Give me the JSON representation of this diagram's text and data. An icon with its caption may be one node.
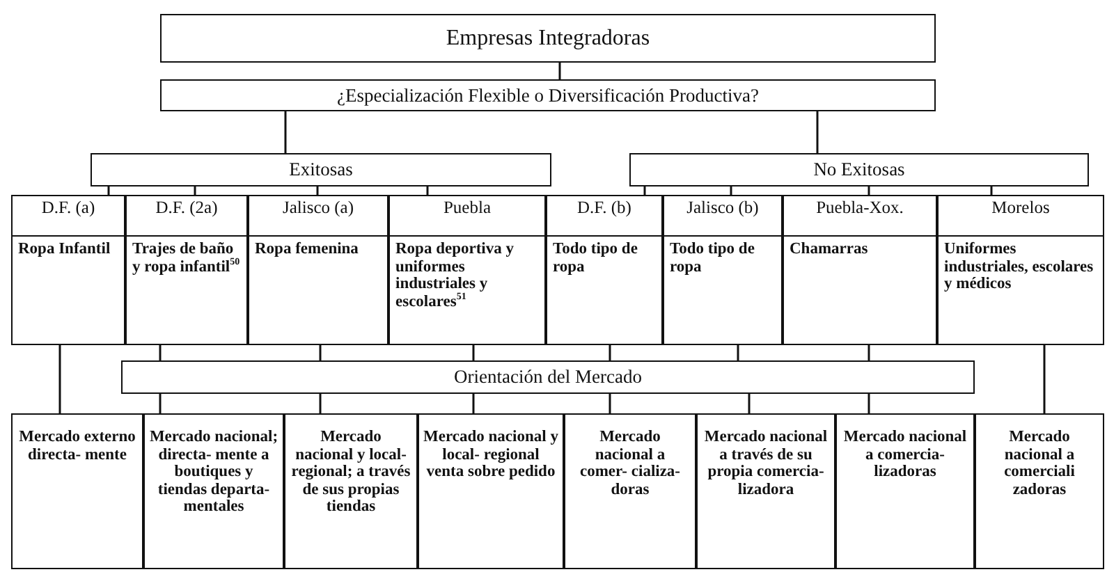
{
  "diagram": {
    "nodes": [
      {
        "text": [
          "Empresas Integradoras"
        ]
      },
      {
        "text": [
          "¿Especialización Flexible o Diversificación Productiva?"
        ]
      },
      {
        "text": [
          "Exitosas"
        ]
      },
      {
        "text": [
          "No Exitosas"
        ]
      },
      {
        "text": [
          "D.F. (a)",
          "Ropa Infantil"
        ]
      },
      {
        "text": [
          "D.F. (2a)",
          "Trajes de baño y ropa infantil$^{50}$"
        ]
      },
      {
        "text": [
          "Jalisco (a)",
          "Ropa femenina"
        ]
      },
      {
        "text": [
          "Puebla",
          "Ropa deportiva y uniformes industriales y escolares$^{51}$"
        ]
      },
      {
        "text": [
          "D.F. (b)",
          "Todo tipo de ropa"
        ]
      },
      {
        "text": [
          "Jalisco (b)",
          "Todo tipo de ropa"
        ]
      },
      {
        "text": [
          "Puebla-Xox.",
          "Chamarras"
        ]
      },
      {
        "text": [
          "Morelos",
          "Uniformes industriales, escolares y médicos"
        ]
      },
      {
        "text": [
          "Orientación del Mercado"
        ]
      },
      {
        "text": [
          "Mercado externo directa- mente"
        ]
      },
      {
        "text": [
          "Mercado nacional; directa- mente a boutiques y tiendas departa- mentales"
        ]
      },
      {
        "text": [
          "Mercado nacional y local- regional; a través de sus propias tiendas"
        ]
      },
      {
        "text": [
          "Mercado nacional y local- regional venta sobre pedido"
        ]
      },
      {
        "text": [
          "Mercado nacional a comer- cializa- doras"
        ]
      },
      {
        "text": [
          "Mercado nacional a través de su propia comercia- lizadora"
        ]
      },
      {
        "text": [
          "Mercado nacional a comercia- lizadoras"
        ]
      },
      {
        "text": [
          "Mercado nacional a comerciali zadoras"
        ]
      }
    ],
    "edges": [
      {
        "from": 0,
        "to": 1,
        "arrow": "none"
      },
      {
        "from": 1,
        "to": 2,
        "arrow": "none"
      },
      {
        "from": 1,
        "to": 3,
        "arrow": "none"
      },
      {
        "from": 2,
        "to": 4,
        "arrow": "none"
      },
      {
        "from": 2,
        "to": 5,
        "arrow": "none"
      },
      {
        "from": 2,
        "to": 6,
        "arrow": "none"
      },
      {
        "from": 2,
        "to": 7,
        "arrow": "none"
      },
      {
        "from": 3,
        "to": 8,
        "arrow": "none"
      },
      {
        "from": 3,
        "to": 9,
        "arrow": "none"
      },
      {
        "from": 3,
        "to": 10,
        "arrow": "none"
      },
      {
        "from": 3,
        "to": 11,
        "arrow": "none"
      },
      {
        "from": 4,
        "to": 13,
        "arrow": "none"
      },
      {
        "from": 5,
        "to": 12,
        "arrow": "none"
      },
      {
        "from": 6,
        "to": 12,
        "arrow": "none"
      },
      {
        "from": 7,
        "to": 12,
        "arrow": "none"
      },
      {
        "from": 8,
        "to": 12,
        "arrow": "none"
      },
      {
        "from": 9,
        "to": 12,
        "arrow": "none"
      },
      {
        "from": 10,
        "to": 12,
        "arrow": "none"
      },
      {
        "from": 11,
        "to": 20,
        "arrow": "none"
      },
      {
        "from": 12,
        "to": 14,
        "arrow": "none"
      },
      {
        "from": 12,
        "to": 15,
        "arrow": "none"
      },
      {
        "from": 12,
        "to": 16,
        "arrow": "none"
      },
      {
        "from": 12,
        "to": 17,
        "arrow": "none"
      },
      {
        "from": 12,
        "to": 18,
        "arrow": "none"
      },
      {
        "from": 12,
        "to": 19,
        "arrow": "none"
      }
    ]
  }
}
